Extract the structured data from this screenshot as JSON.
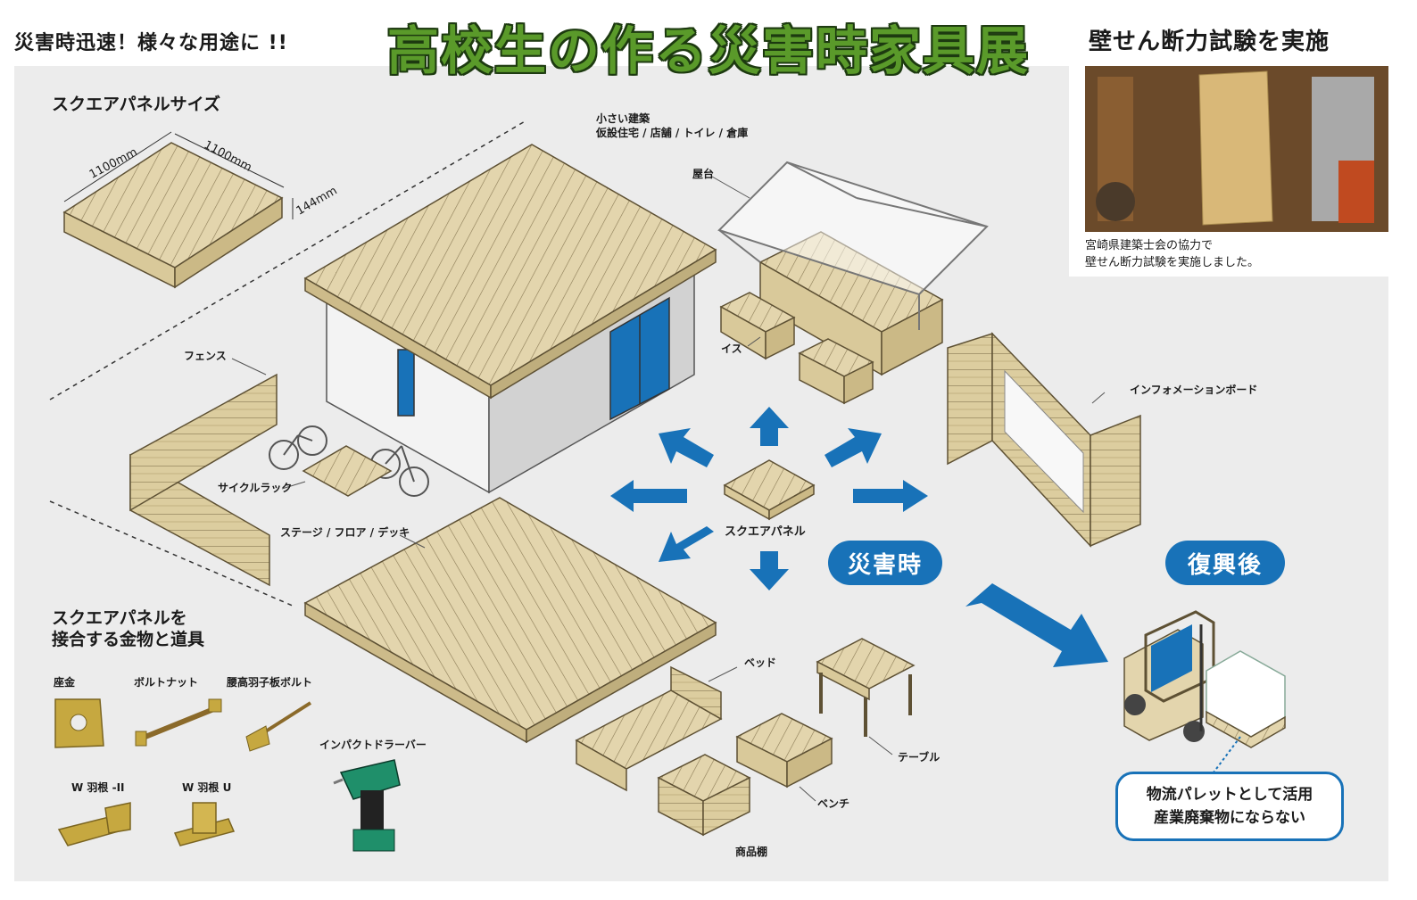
{
  "header": {
    "left_slogan": "災害時迅速！様々な用途に !!",
    "title": "高校生の作る災害時家具展",
    "right_title": "壁せん断力試験を実施"
  },
  "photo": {
    "caption_line1": "宮崎県建築士会の協力で",
    "caption_line2": "壁せん断力試験を実施しました。"
  },
  "size_section": {
    "title": "スクエアパネルサイズ",
    "dim_left": "1100mm",
    "dim_right": "1100mm",
    "dim_height": "144mm"
  },
  "hardware_section": {
    "title_line1": "スクエアパネルを",
    "title_line2": "接合する金物と道具",
    "items": [
      "座金",
      "ボルトナット",
      "腰高羽子板ボルト",
      "W 羽根 -II",
      "W 羽根 U",
      "インパクトドラーバー"
    ]
  },
  "labels": {
    "small_building_1": "小さい建築",
    "small_building_2": "仮設住宅 / 店舗 / トイレ / 倉庫",
    "stall": "屋台",
    "chair": "イス",
    "fence": "フェンス",
    "cycle_rack": "サイクルラック",
    "info_board": "インフォメーションボード",
    "square_panel": "スクエアパネル",
    "stage": "ステージ / フロア / デッキ",
    "bed": "ベッド",
    "table": "テーブル",
    "bench": "ベンチ",
    "shelf": "商品棚"
  },
  "badges": {
    "disaster": "災害時",
    "recovery": "復興後"
  },
  "note": {
    "line1": "物流パレットとして活用",
    "line2": "産業廃棄物にならない"
  },
  "colors": {
    "accent_blue": "#1872b8",
    "title_green": "#5a9a2a",
    "wood": "#e3d5ad",
    "wood_dark": "#c4b284",
    "panel_bg": "#ececec"
  }
}
